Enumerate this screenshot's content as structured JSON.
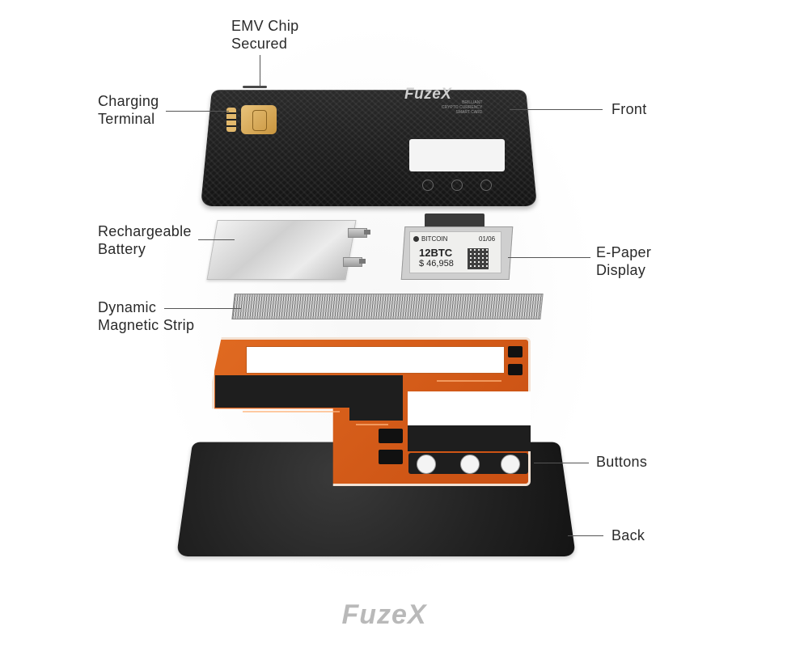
{
  "diagram": {
    "labels": {
      "emv_chip": "EMV Chip\nSecured",
      "charging_terminal": "Charging\nTerminal",
      "front": "Front",
      "battery": "Rechargeable\nBattery",
      "epaper": "E-Paper\nDisplay",
      "magstrip": "Dynamic\nMagnetic Strip",
      "buttons": "Buttons",
      "back": "Back"
    },
    "front_card": {
      "logo": "FuzeX",
      "tagline": "BRILLIANT\nCRYPTO CURRENCY\nSMART CARD"
    },
    "epaper_screen": {
      "coin": "BITCOIN",
      "page": "01/06",
      "amount": "12BTC",
      "usd": "$ 46,958"
    },
    "brand_logo": "FuzeX"
  },
  "colors": {
    "card_black": "#1c1c1c",
    "pcb_orange": "#d9601a",
    "chip_gold": "#d9ab57",
    "label_text": "#2a2a2a",
    "logo_gray": "#b9b9b9"
  }
}
